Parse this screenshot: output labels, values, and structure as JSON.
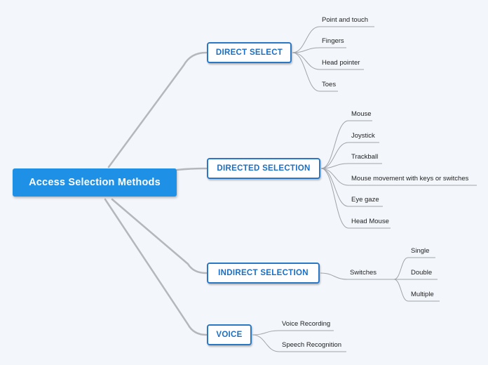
{
  "root": {
    "label": "Access Selection Methods"
  },
  "branches": [
    {
      "label": "DIRECT SELECT",
      "children": [
        "Point and touch",
        "Fingers",
        "Head pointer",
        "Toes"
      ]
    },
    {
      "label": "DIRECTED SELECTION",
      "children": [
        "Mouse",
        "Joystick",
        "Trackball",
        "Mouse movement with keys or switches",
        "Eye gaze",
        "Head Mouse"
      ]
    },
    {
      "label": "INDIRECT SELECTION",
      "sub": {
        "label": "Switches",
        "children": [
          "Single",
          "Double",
          "Multiple"
        ]
      }
    },
    {
      "label": "VOICE",
      "children": [
        "Voice Recording",
        "Speech Recognition"
      ]
    }
  ],
  "colors": {
    "root_bg": "#1e90e6",
    "node_border": "#2a78c5",
    "node_text": "#1a6fc4",
    "main_connector": "#b4b8bd",
    "thin_connector": "#9fa4aa",
    "background": "#f3f7fc"
  }
}
